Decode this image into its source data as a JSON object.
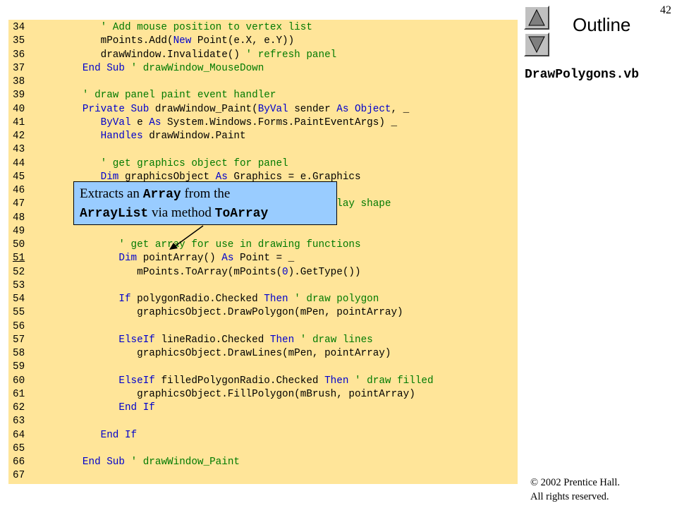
{
  "page_number": "42",
  "outline_label": "Outline",
  "file_name": "DrawPolygons.vb",
  "copyright": {
    "line1": "© 2002 Prentice Hall.",
    "line2": "All rights reserved."
  },
  "callout": {
    "part1": "Extracts an ",
    "code1": "Array",
    "part2": " from the",
    "code2": "ArrayList",
    "part3": " via method ",
    "code3": "ToArray"
  },
  "colors": {
    "code_background": "#ffe599",
    "keyword": "#0000cc",
    "comment": "#007a00",
    "callout_background": "#99ccff"
  },
  "icons": [
    "up-arrow-icon",
    "down-arrow-icon"
  ],
  "code_lines": [
    {
      "num": "34",
      "code": [
        [
          "        ",
          ""
        ],
        [
          "' Add mouse position to vertex list",
          "cm"
        ]
      ]
    },
    {
      "num": "35",
      "code": [
        [
          "        mPoints.Add(",
          ""
        ],
        [
          "New",
          "kw"
        ],
        [
          " Point(e.X, e.Y))",
          ""
        ]
      ]
    },
    {
      "num": "36",
      "code": [
        [
          "        drawWindow.Invalidate() ",
          ""
        ],
        [
          "' refresh panel",
          "cm"
        ]
      ]
    },
    {
      "num": "37",
      "code": [
        [
          "     ",
          ""
        ],
        [
          "End Sub",
          "kw"
        ],
        [
          " ",
          ""
        ],
        [
          "' drawWindow_MouseDown",
          "cm"
        ]
      ]
    },
    {
      "num": "38",
      "code": []
    },
    {
      "num": "39",
      "code": [
        [
          "     ",
          ""
        ],
        [
          "' draw panel paint event handler",
          "cm"
        ]
      ]
    },
    {
      "num": "40",
      "code": [
        [
          "     ",
          ""
        ],
        [
          "Private Sub",
          "kw"
        ],
        [
          " drawWindow_Paint(",
          ""
        ],
        [
          "ByVal",
          "kw"
        ],
        [
          " sender ",
          ""
        ],
        [
          "As",
          "kw"
        ],
        [
          " ",
          ""
        ],
        [
          "Object",
          "kw"
        ],
        [
          ", _",
          ""
        ]
      ]
    },
    {
      "num": "41",
      "code": [
        [
          "        ",
          ""
        ],
        [
          "ByVal",
          "kw"
        ],
        [
          " e ",
          ""
        ],
        [
          "As",
          "kw"
        ],
        [
          " System.Windows.Forms.PaintEventArgs) _",
          ""
        ]
      ]
    },
    {
      "num": "42",
      "code": [
        [
          "        ",
          ""
        ],
        [
          "Handles",
          "kw"
        ],
        [
          " drawWindow.Paint",
          ""
        ]
      ]
    },
    {
      "num": "43",
      "code": []
    },
    {
      "num": "44",
      "code": [
        [
          "        ",
          ""
        ],
        [
          "' get graphics object for panel",
          "cm"
        ]
      ]
    },
    {
      "num": "45",
      "code": [
        [
          "        ",
          ""
        ],
        [
          "Dim",
          "kw"
        ],
        [
          " graphicsObject ",
          ""
        ],
        [
          "As",
          "kw"
        ],
        [
          " Graphics = e.Graphics",
          ""
        ]
      ]
    },
    {
      "num": "46",
      "code": []
    },
    {
      "num": "47",
      "code": [
        [
          "                                           ",
          ""
        ],
        [
          "display shape",
          "cm"
        ]
      ]
    },
    {
      "num": "48",
      "code": []
    },
    {
      "num": "49",
      "code": []
    },
    {
      "num": "50",
      "code": [
        [
          "           ",
          ""
        ],
        [
          "' get array for use in drawing functions",
          "cm"
        ]
      ]
    },
    {
      "num": "51",
      "underline": true,
      "code": [
        [
          "           ",
          ""
        ],
        [
          "Dim",
          "kw"
        ],
        [
          " pointArray() ",
          ""
        ],
        [
          "As",
          "kw"
        ],
        [
          " Point = _",
          ""
        ]
      ]
    },
    {
      "num": "52",
      "code": [
        [
          "              mPoints.ToArray(mPoints(",
          ""
        ],
        [
          "0",
          "kw"
        ],
        [
          ").GetType())",
          ""
        ]
      ]
    },
    {
      "num": "53",
      "code": []
    },
    {
      "num": "54",
      "code": [
        [
          "           ",
          ""
        ],
        [
          "If",
          "kw"
        ],
        [
          " polygonRadio.Checked ",
          ""
        ],
        [
          "Then",
          "kw"
        ],
        [
          " ",
          ""
        ],
        [
          "' draw polygon",
          "cm"
        ]
      ]
    },
    {
      "num": "55",
      "code": [
        [
          "              graphicsObject.DrawPolygon(mPen, pointArray)",
          ""
        ]
      ]
    },
    {
      "num": "56",
      "code": []
    },
    {
      "num": "57",
      "code": [
        [
          "           ",
          ""
        ],
        [
          "ElseIf",
          "kw"
        ],
        [
          " lineRadio.Checked ",
          ""
        ],
        [
          "Then",
          "kw"
        ],
        [
          " ",
          ""
        ],
        [
          "' draw lines",
          "cm"
        ]
      ]
    },
    {
      "num": "58",
      "code": [
        [
          "              graphicsObject.DrawLines(mPen, pointArray)",
          ""
        ]
      ]
    },
    {
      "num": "59",
      "code": []
    },
    {
      "num": "60",
      "code": [
        [
          "           ",
          ""
        ],
        [
          "ElseIf",
          "kw"
        ],
        [
          " filledPolygonRadio.Checked ",
          ""
        ],
        [
          "Then",
          "kw"
        ],
        [
          " ",
          ""
        ],
        [
          "' draw filled",
          "cm"
        ]
      ]
    },
    {
      "num": "61",
      "code": [
        [
          "              graphicsObject.FillPolygon(mBrush, pointArray)",
          ""
        ]
      ]
    },
    {
      "num": "62",
      "code": [
        [
          "           ",
          ""
        ],
        [
          "End If",
          "kw"
        ]
      ]
    },
    {
      "num": "63",
      "code": []
    },
    {
      "num": "64",
      "code": [
        [
          "        ",
          ""
        ],
        [
          "End If",
          "kw"
        ]
      ]
    },
    {
      "num": "65",
      "code": []
    },
    {
      "num": "66",
      "code": [
        [
          "     ",
          ""
        ],
        [
          "End Sub",
          "kw"
        ],
        [
          " ",
          ""
        ],
        [
          "' drawWindow_Paint",
          "cm"
        ]
      ]
    },
    {
      "num": "67",
      "code": []
    }
  ]
}
